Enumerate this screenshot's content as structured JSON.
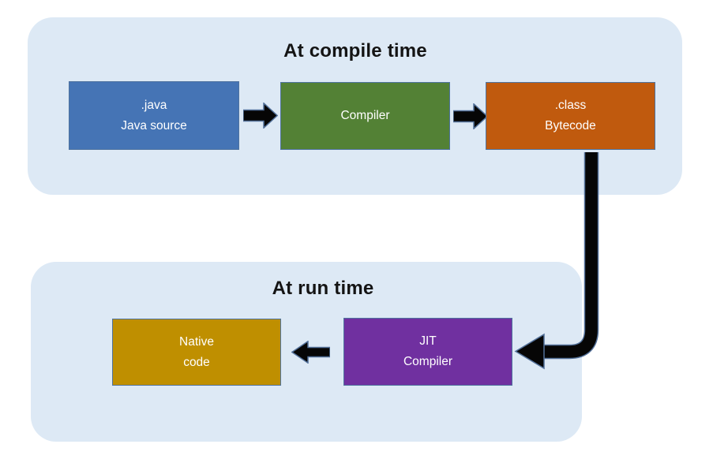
{
  "diagram": {
    "compile_section": {
      "title": "At compile time",
      "boxes": {
        "java_source": {
          "lines": [
            ".java",
            "Java source"
          ]
        },
        "compiler": {
          "lines": [
            "Compiler"
          ]
        },
        "class_bytecode": {
          "lines": [
            ".class",
            "Bytecode"
          ]
        }
      }
    },
    "runtime_section": {
      "title": "At run time",
      "boxes": {
        "native_code": {
          "lines": [
            "Native",
            "code"
          ]
        },
        "jit_compiler": {
          "lines": [
            "JIT",
            "Compiler"
          ]
        }
      }
    }
  },
  "icons": {
    "arrow_right": "block-arrow-right",
    "arrow_left": "block-arrow-left",
    "flow_connector": "elbow-arrow-down-left"
  },
  "colors": {
    "panel_bg": "#dde9f5",
    "java_source_fill": "#4574b5",
    "compiler_fill": "#538135",
    "class_bytecode_fill": "#c05a0e",
    "native_code_fill": "#bf8f00",
    "jit_compiler_fill": "#7030a0",
    "box_border": "#4f739f",
    "box_text": "#ffffff",
    "title_text": "#141414",
    "arrow_fill": "#060606",
    "arrow_outline": "#527099"
  }
}
